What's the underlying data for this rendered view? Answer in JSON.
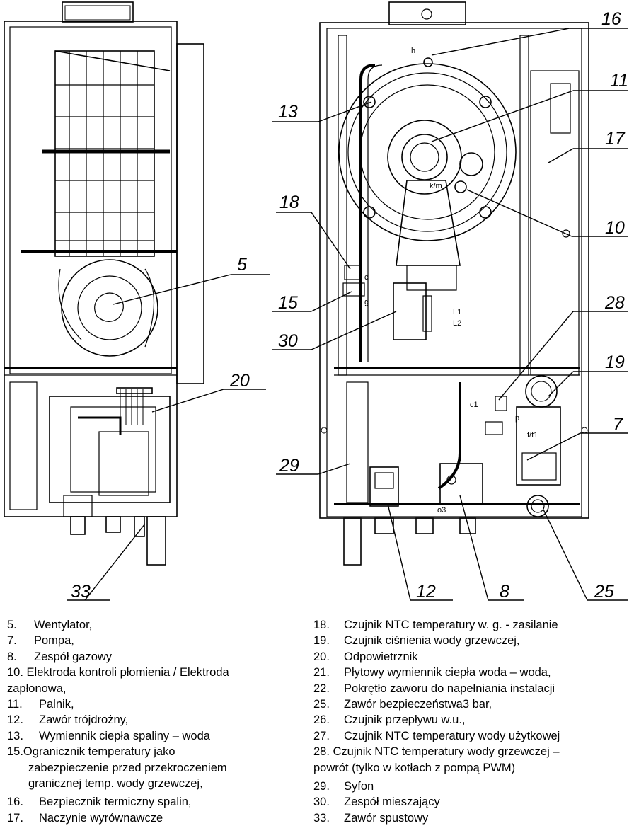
{
  "diagram": {
    "callouts": {
      "c5": "5",
      "c7": "7",
      "c8": "8",
      "c10": "10",
      "c11": "11",
      "c12": "12",
      "c13": "13",
      "c15": "15",
      "c16": "16",
      "c17": "17",
      "c18": "18",
      "c19": "19",
      "c20": "20",
      "c25": "25",
      "c28": "28",
      "c29": "29",
      "c30": "30",
      "c33": "33"
    },
    "inline_labels": {
      "h": "h",
      "km": "k/m",
      "c": "c",
      "g": "g",
      "L1": "L1",
      "L2": "L2",
      "c1": "c1",
      "p": "p",
      "ff1": "f/f1",
      "o3": "o3"
    }
  },
  "legend": {
    "left": {
      "i5": {
        "num": "5.",
        "text": "Wentylator,"
      },
      "i7": {
        "num": "7.",
        "text": "Pompa,"
      },
      "i8": {
        "num": "8.",
        "text": "Zespół gazowy"
      },
      "i10": {
        "line1": "10.  Elektroda kontroli płomienia / Elektroda",
        "line2": "zapłonowa,"
      },
      "i11": {
        "num": "11.",
        "text": "Palnik,"
      },
      "i12": {
        "num": "12.",
        "text": "Zawór trójdrożny,"
      },
      "i13": {
        "num": "13.",
        "text": "Wymiennik ciepła spaliny – woda"
      },
      "i15": {
        "line1": "15.Ogranicznik temperatury jako",
        "line2": "zabezpieczenie przed przekroczeniem",
        "line3": "granicznej temp. wody grzewczej,"
      },
      "i16": {
        "num": "16.",
        "text": "Bezpiecznik termiczny spalin,"
      },
      "i17": {
        "num": "17.",
        "text": "Naczynie wyrównawcze"
      }
    },
    "right": {
      "i18": {
        "num": "18.",
        "text": "Czujnik NTC temperatury w. g. - zasilanie"
      },
      "i19": {
        "num": "19.",
        "text": "Czujnik ciśnienia wody grzewczej,"
      },
      "i20": {
        "num": "20.",
        "text": "Odpowietrznik"
      },
      "i21": {
        "num": "21.",
        "text": "Płytowy wymiennik ciepła woda – woda,"
      },
      "i22": {
        "num": "22.",
        "text": "Pokrętło zaworu do napełniania instalacji"
      },
      "i25": {
        "num": "25.",
        "text": "Zawór bezpieczeństwa3 bar,"
      },
      "i26": {
        "num": "26.",
        "text": "Czujnik przepływu w.u.,"
      },
      "i27": {
        "num": "27.",
        "text": "Czujnik NTC temperatury wody użytkowej"
      },
      "i28": {
        "line1": "28.   Czujnik NTC temperatury wody grzewczej –",
        "line2": "powrót (tylko w kotłach z pompą PWM)"
      },
      "i29": {
        "num": "29.",
        "text": "Syfon"
      },
      "i30": {
        "num": "30.",
        "text": "Zespół mieszający"
      },
      "i33": {
        "num": "33.",
        "text": "Zawór spustowy"
      }
    }
  }
}
